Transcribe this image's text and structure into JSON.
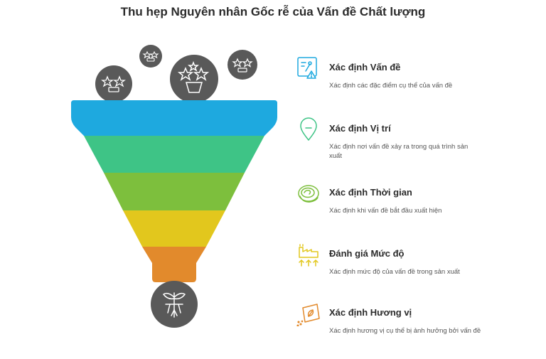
{
  "title": "Thu hẹp Nguyên nhân Gốc rễ của Vấn đề Chất lượng",
  "colors": {
    "layer1": "#1ea9df",
    "layer2": "#3ec486",
    "layer3": "#7dbf3d",
    "layer4": "#e2c71d",
    "layer5": "#e28a2c",
    "circle": "#595959",
    "icon_blue": "#1ea9df",
    "icon_green": "#3ec486",
    "icon_lime": "#7dbf3d",
    "icon_yellow": "#e2c71d",
    "icon_orange": "#e28a2c"
  },
  "steps": [
    {
      "label": "Xác định Vấn đề",
      "desc": "Xác định các đặc điểm cụ thể của vấn đề",
      "icon": "problem-icon"
    },
    {
      "label": "Xác định Vị trí",
      "desc": "Xác định nơi vấn đề xảy ra trong quá trình sản xuất",
      "icon": "location-pin-icon"
    },
    {
      "label": "Xác định Thời gian",
      "desc": "Xác định khi vấn đề bắt đầu xuất hiện",
      "icon": "time-spiral-icon"
    },
    {
      "label": "Đánh giá Mức độ",
      "desc": "Xác định mức độ của vấn đề trong sản xuất",
      "icon": "factory-icon"
    },
    {
      "label": "Xác định Hương vị",
      "desc": "Xác định hương vị cụ thể bị ảnh hưởng bởi vấn đề",
      "icon": "flavor-icon"
    }
  ]
}
